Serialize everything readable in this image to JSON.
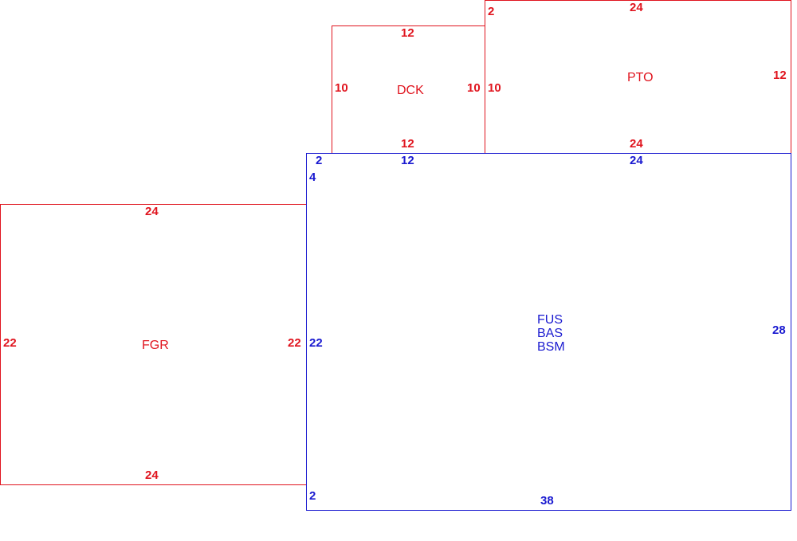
{
  "areas": {
    "dck": {
      "code": "DCK",
      "top": "12",
      "bottom": "12",
      "left": "10",
      "right": "10"
    },
    "pto": {
      "code": "PTO",
      "top": "24",
      "bottom": "24",
      "left": "10",
      "right": "12",
      "corner": "2"
    },
    "fgr": {
      "code": "FGR",
      "top": "24",
      "bottom": "24",
      "left": "22",
      "right": "22"
    },
    "main": {
      "codes": [
        "FUS",
        "BAS",
        "BSM"
      ],
      "top_segment_1": "12",
      "top_segment_2": "24",
      "top_corner": "2",
      "left_upper": "4",
      "left_middle": "22",
      "left_lower": "2",
      "right": "28",
      "bottom": "38"
    }
  },
  "colors": {
    "attached": "#e0141e",
    "main": "#1a1ad0"
  }
}
